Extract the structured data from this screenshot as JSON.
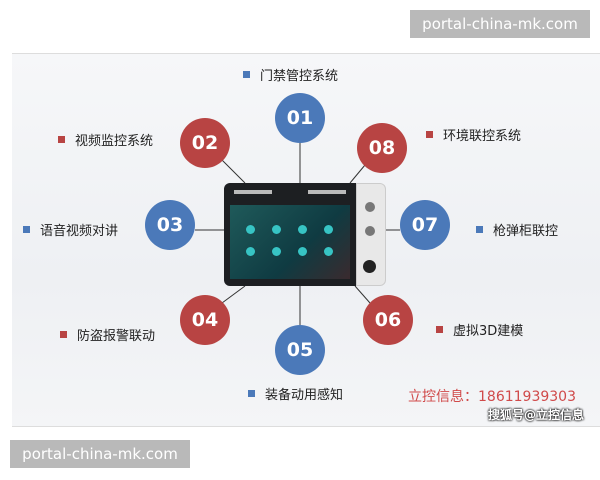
{
  "watermarks": {
    "top": "portal-china-mk.com",
    "bottom": "portal-china-mk.com"
  },
  "colors": {
    "blue": "#4b79b9",
    "red": "#b84443"
  },
  "nodes": [
    {
      "num": "01",
      "label": "门禁管控系统",
      "color": "blue"
    },
    {
      "num": "02",
      "label": "视频监控系统",
      "color": "red"
    },
    {
      "num": "03",
      "label": "语音视频对讲",
      "color": "blue"
    },
    {
      "num": "04",
      "label": "防盗报警联动",
      "color": "red"
    },
    {
      "num": "05",
      "label": "装备动用感知",
      "color": "blue"
    },
    {
      "num": "06",
      "label": "虚拟3D建模",
      "color": "red"
    },
    {
      "num": "07",
      "label": "枪弹柜联控",
      "color": "blue"
    },
    {
      "num": "08",
      "label": "环境联控系统",
      "color": "red"
    }
  ],
  "footer": {
    "contact": "立控信息：18611939303",
    "source": "搜狐号@立控信息"
  }
}
